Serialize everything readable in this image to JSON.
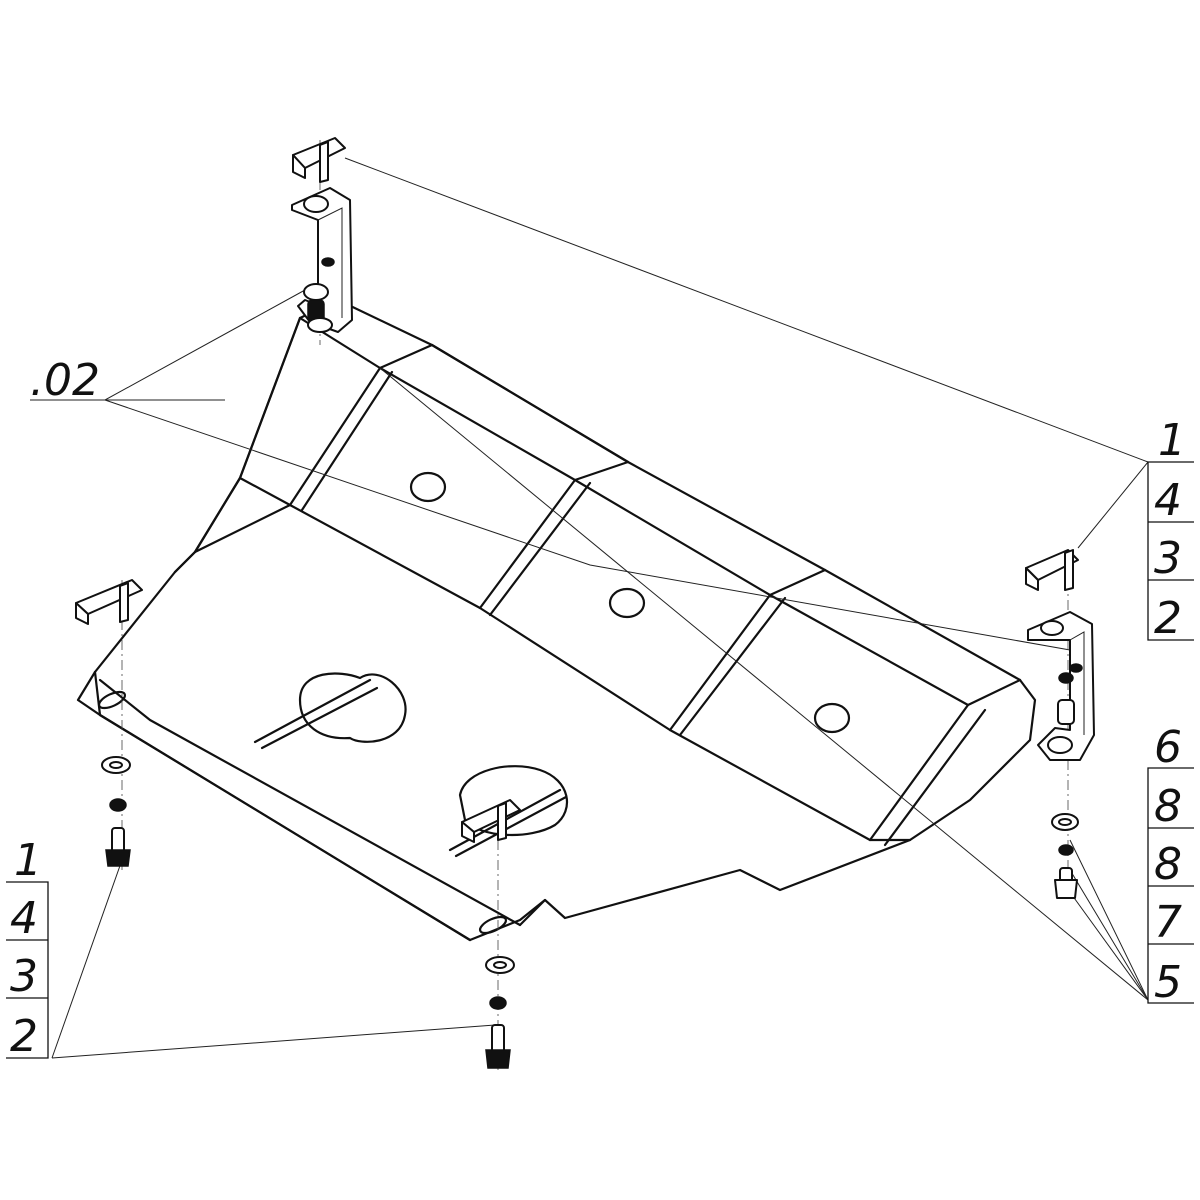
{
  "callouts": {
    "ref_label": ".02",
    "left_stack": [
      "1",
      "4",
      "3",
      "2"
    ],
    "right_top_stack": [
      "1",
      "4",
      "3",
      "2"
    ],
    "right_bottom_stack": [
      "6",
      "8",
      "8",
      "7",
      "5"
    ]
  },
  "colors": {
    "line": "#111111",
    "background": "#ffffff"
  }
}
